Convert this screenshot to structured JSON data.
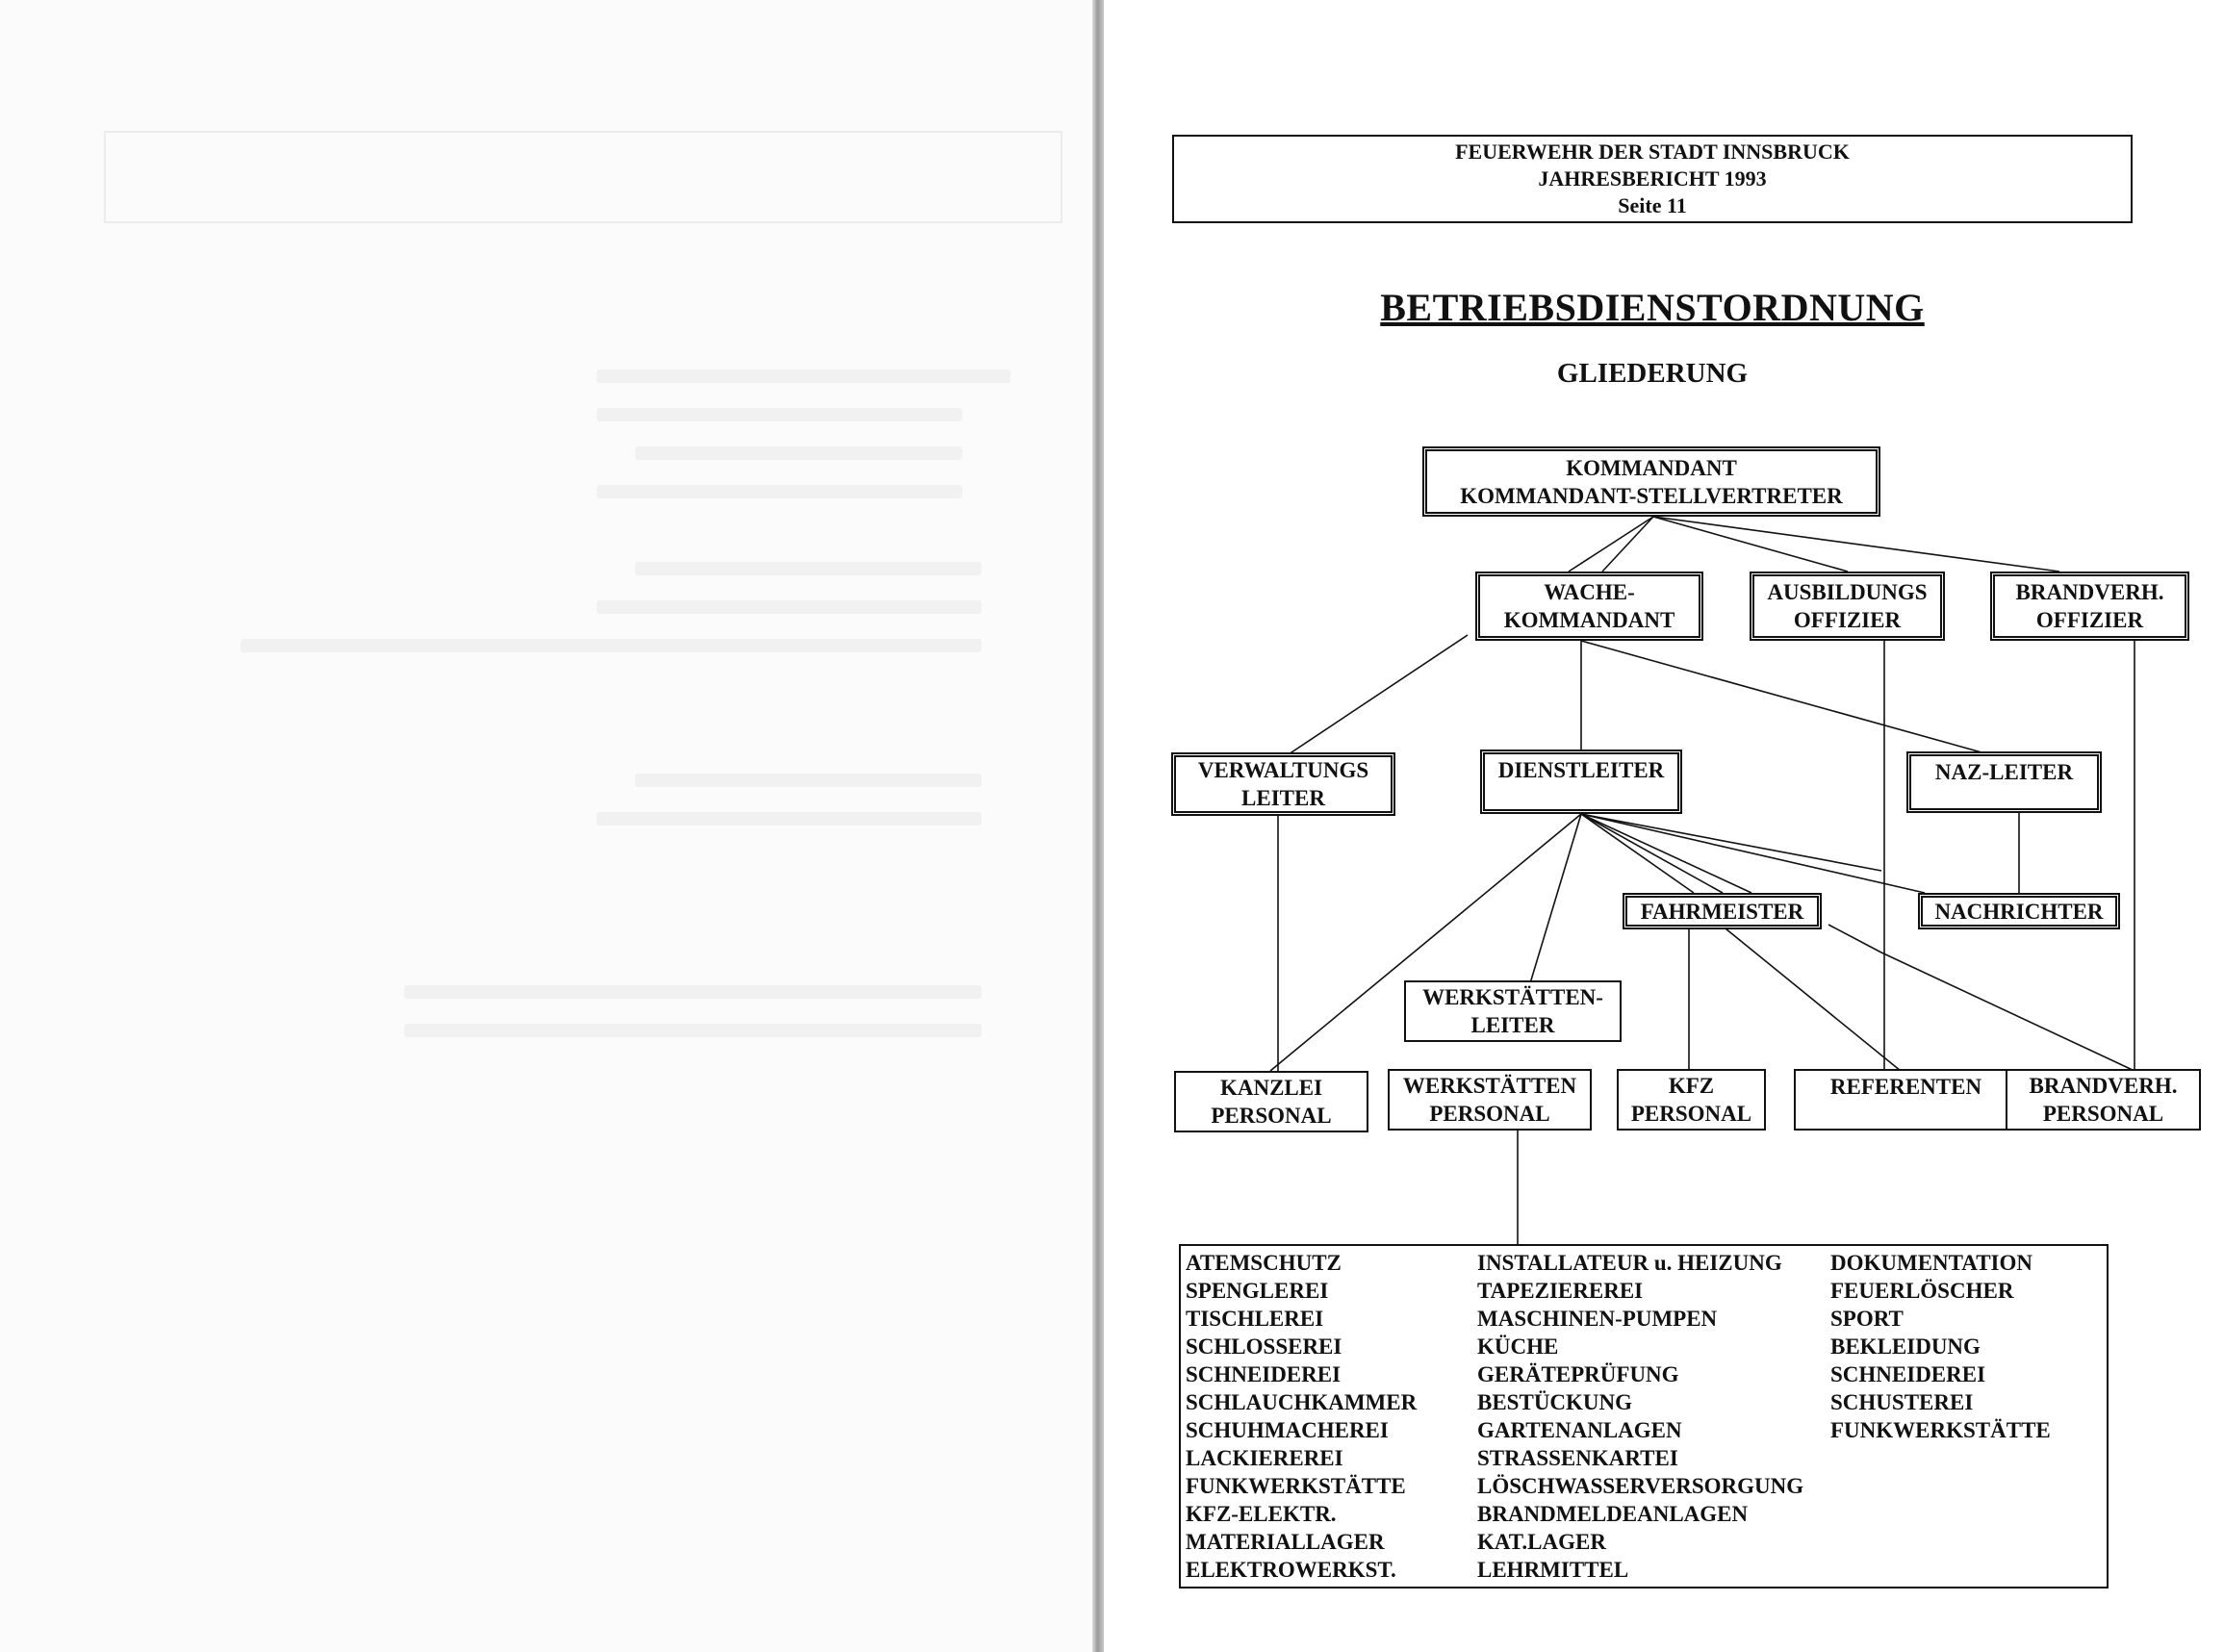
{
  "header": {
    "line1": "FEUERWEHR DER STADT INNSBRUCK",
    "line2": "JAHRESBERICHT 1993",
    "line3": "Seite 11"
  },
  "title": "BETRIEBSDIENSTORDNUNG",
  "subtitle": "GLIEDERUNG",
  "org": {
    "kommandant": [
      "KOMMANDANT",
      "KOMMANDANT-STELLVERTRETER"
    ],
    "wachekommandant": [
      "WACHE-",
      "KOMMANDANT"
    ],
    "ausbildungsoffizier": [
      "AUSBILDUNGS",
      "OFFIZIER"
    ],
    "brandverhoffizier": [
      "BRANDVERH.",
      "OFFIZIER"
    ],
    "verwaltungsleiter": [
      "VERWALTUNGS",
      "LEITER"
    ],
    "dienstleiter": "DIENSTLEITER",
    "nazleiter": "NAZ-LEITER",
    "fahrmeister": "FAHRMEISTER",
    "nachrichter": "NACHRICHTER",
    "werkstaettenleiter": [
      "WERKSTÄTTEN-",
      "LEITER"
    ],
    "kanzleipersonal": [
      "KANZLEI",
      "PERSONAL"
    ],
    "werkstaettenpersonal": [
      "WERKSTÄTTEN",
      "PERSONAL"
    ],
    "kfzpersonal": [
      "KFZ",
      "PERSONAL"
    ],
    "referenten": "REFERENTEN",
    "brandverhpersonal": [
      "BRANDVERH.",
      "PERSONAL"
    ]
  },
  "departments": {
    "col1": [
      "ATEMSCHUTZ",
      "SPENGLEREI",
      "TISCHLEREI",
      "SCHLOSSEREI",
      "SCHNEIDEREI",
      "SCHLAUCHKAMMER",
      "SCHUHMACHEREI",
      "LACKIEREREI",
      "FUNKWERKSTÄTTE",
      "KFZ-ELEKTR.",
      "MATERIALLAGER",
      "ELEKTROWERKST."
    ],
    "col2": [
      "INSTALLATEUR u. HEIZUNG",
      "TAPEZIEREREI",
      "MASCHINEN-PUMPEN",
      "KÜCHE",
      "GERÄTEPRÜFUNG",
      "BESTÜCKUNG",
      "GARTENANLAGEN",
      "STRASSENKARTEI",
      "LÖSCHWASSERVERSORGUNG",
      "BRANDMELDEANLAGEN",
      "KAT.LAGER",
      "LEHRMITTEL"
    ],
    "col3": [
      "DOKUMENTATION",
      "FEUERLÖSCHER",
      "SPORT",
      "BEKLEIDUNG",
      "SCHNEIDEREI",
      "SCHUSTEREI",
      "FUNKWERKSTÄTTE"
    ]
  }
}
